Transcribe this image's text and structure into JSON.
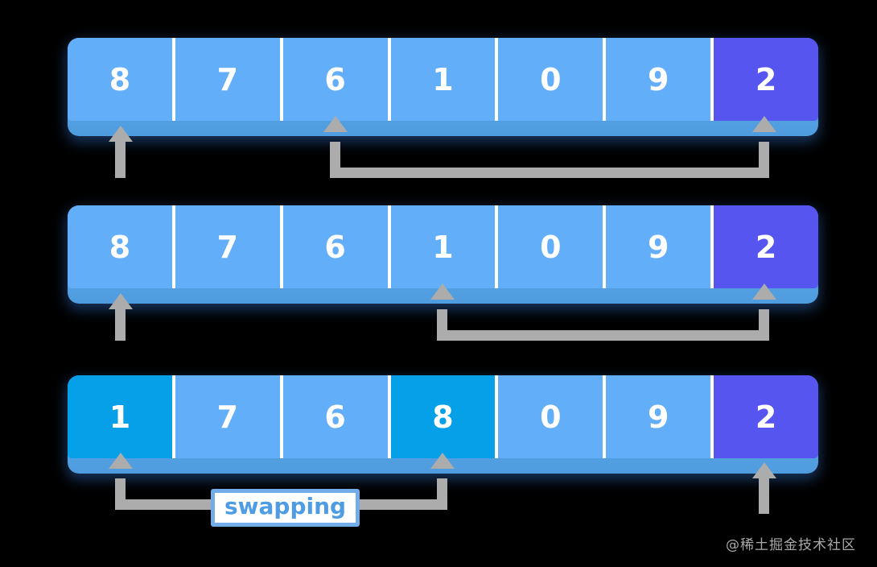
{
  "diagram": {
    "subject": "array partition steps with pivot and swap pointers",
    "rows": [
      {
        "name": "step-1",
        "values": [
          "8",
          "7",
          "6",
          "1",
          "0",
          "9",
          "2"
        ],
        "pivot_index": 6,
        "pointers": {
          "arrow_index": 0,
          "bracket_from": 2,
          "bracket_to": 6
        }
      },
      {
        "name": "step-2",
        "values": [
          "8",
          "7",
          "6",
          "1",
          "0",
          "9",
          "2"
        ],
        "pivot_index": 6,
        "pointers": {
          "arrow_index": 0,
          "bracket_from": 3,
          "bracket_to": 6
        }
      },
      {
        "name": "step-3",
        "values": [
          "1",
          "7",
          "6",
          "8",
          "0",
          "9",
          "2"
        ],
        "pivot_index": 6,
        "swapped_indices": [
          0,
          3
        ],
        "pointers": {
          "bracket_from": 0,
          "bracket_to": 3,
          "bracket_label": "swapping",
          "arrow_index": 6
        }
      }
    ]
  },
  "rows": [
    {
      "values": [
        "8",
        "7",
        "6",
        "1",
        "0",
        "9",
        "2"
      ]
    },
    {
      "values": [
        "8",
        "7",
        "6",
        "1",
        "0",
        "9",
        "2"
      ]
    },
    {
      "values": [
        "1",
        "7",
        "6",
        "8",
        "0",
        "9",
        "2"
      ]
    }
  ],
  "swap_label": {
    "text": "swapping"
  },
  "watermark": {
    "text": "@稀土掘金技术社区"
  },
  "colors": {
    "background": "#000000",
    "cell_blue": "#62aef8",
    "cell_purple": "#5755f0",
    "cell_cyan": "#05a0e8",
    "row_base": "#559fe0",
    "divider": "#ffffff",
    "pointer_gray": "#acacac",
    "label_text": "#4d9ce4",
    "label_border": "#73ade9",
    "watermark_gray": "#a9a9a9"
  }
}
